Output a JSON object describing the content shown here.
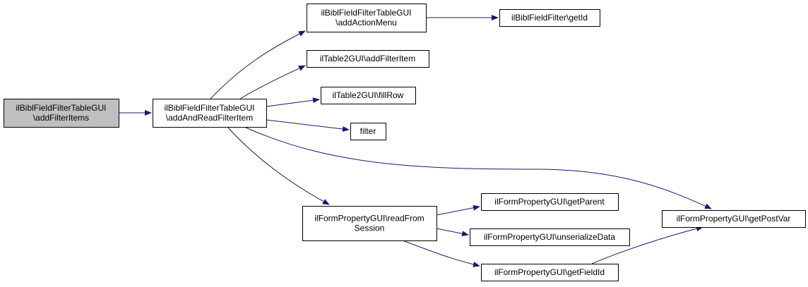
{
  "graph": {
    "colors": {
      "node_fill": "#ffffff",
      "root_fill": "#bfbfbf",
      "border": "#000000",
      "edge": "#191970",
      "text": "#000000"
    },
    "nodes": [
      {
        "id": "root",
        "lines": [
          "ilBiblFieldFilterTableGUI",
          "\\addFilterItems"
        ],
        "root": true
      },
      {
        "id": "addAndRead",
        "lines": [
          "ilBiblFieldFilterTableGUI",
          "\\addAndReadFilterItem"
        ]
      },
      {
        "id": "addActionMenu",
        "lines": [
          "ilBiblFieldFilterTableGUI",
          "\\addActionMenu"
        ]
      },
      {
        "id": "getId",
        "lines": [
          "ilBiblFieldFilter\\getId"
        ]
      },
      {
        "id": "addFilterItem",
        "lines": [
          "ilTable2GUI\\addFilterItem"
        ]
      },
      {
        "id": "fillRow",
        "lines": [
          "ilTable2GUI\\fillRow"
        ]
      },
      {
        "id": "filter",
        "lines": [
          "filter"
        ]
      },
      {
        "id": "readFromSession",
        "lines": [
          "ilFormPropertyGUI\\readFrom",
          "Session"
        ]
      },
      {
        "id": "getParent",
        "lines": [
          "ilFormPropertyGUI\\getParent"
        ]
      },
      {
        "id": "unserializeData",
        "lines": [
          "ilFormPropertyGUI\\unserializeData"
        ]
      },
      {
        "id": "getFieldId",
        "lines": [
          "ilFormPropertyGUI\\getFieldId"
        ]
      },
      {
        "id": "getPostVar",
        "lines": [
          "ilFormPropertyGUI\\getPostVar"
        ]
      }
    ],
    "edges": [
      {
        "from": "root",
        "to": "addAndRead"
      },
      {
        "from": "addAndRead",
        "to": "addActionMenu"
      },
      {
        "from": "addActionMenu",
        "to": "getId"
      },
      {
        "from": "addAndRead",
        "to": "addFilterItem"
      },
      {
        "from": "addAndRead",
        "to": "fillRow"
      },
      {
        "from": "addAndRead",
        "to": "filter"
      },
      {
        "from": "addAndRead",
        "to": "getPostVar"
      },
      {
        "from": "addAndRead",
        "to": "readFromSession"
      },
      {
        "from": "readFromSession",
        "to": "getParent"
      },
      {
        "from": "readFromSession",
        "to": "unserializeData"
      },
      {
        "from": "readFromSession",
        "to": "getFieldId"
      },
      {
        "from": "getFieldId",
        "to": "getPostVar"
      }
    ]
  }
}
